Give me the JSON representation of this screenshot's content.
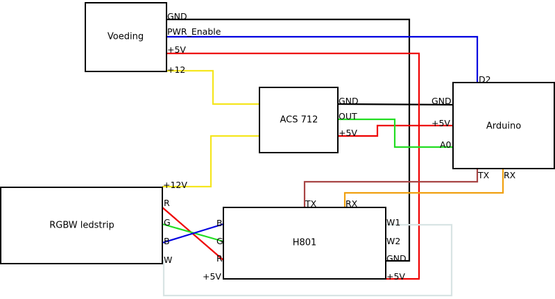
{
  "colors": {
    "gnd": "#000000",
    "pwr_enable": "#0000e0",
    "vcc": "#ee0000",
    "v12": "#f5e61e",
    "signal": "#22dd22",
    "tx": "#a84444",
    "rx": "#f0a010",
    "w": "#d8e4e4"
  },
  "blocks": {
    "voeding": {
      "title": "Voeding",
      "pins": {
        "gnd": "GND",
        "pwr_enable": "PWR_Enable",
        "v5": "+5V",
        "v12": "+12"
      }
    },
    "acs712": {
      "title": "ACS 712",
      "pins": {
        "gnd": "GND",
        "out": "OUT",
        "v5": "+5V"
      }
    },
    "arduino": {
      "title": "Arduino",
      "pins": {
        "d2": "D2",
        "gnd": "GND",
        "v5": "+5V",
        "a0": "A0",
        "tx": "TX",
        "rx": "RX"
      }
    },
    "ledstrip": {
      "title": "RGBW ledstrip",
      "pins": {
        "v12": "+12V",
        "r": "R",
        "g": "G",
        "b": "B",
        "w": "W"
      }
    },
    "h801": {
      "title": "H801",
      "pins": {
        "tx": "TX",
        "rx": "RX",
        "b": "B",
        "g": "G",
        "r": "R",
        "v5": "+5V",
        "w1": "W1",
        "w2": "W2",
        "gnd": "GND"
      }
    }
  }
}
